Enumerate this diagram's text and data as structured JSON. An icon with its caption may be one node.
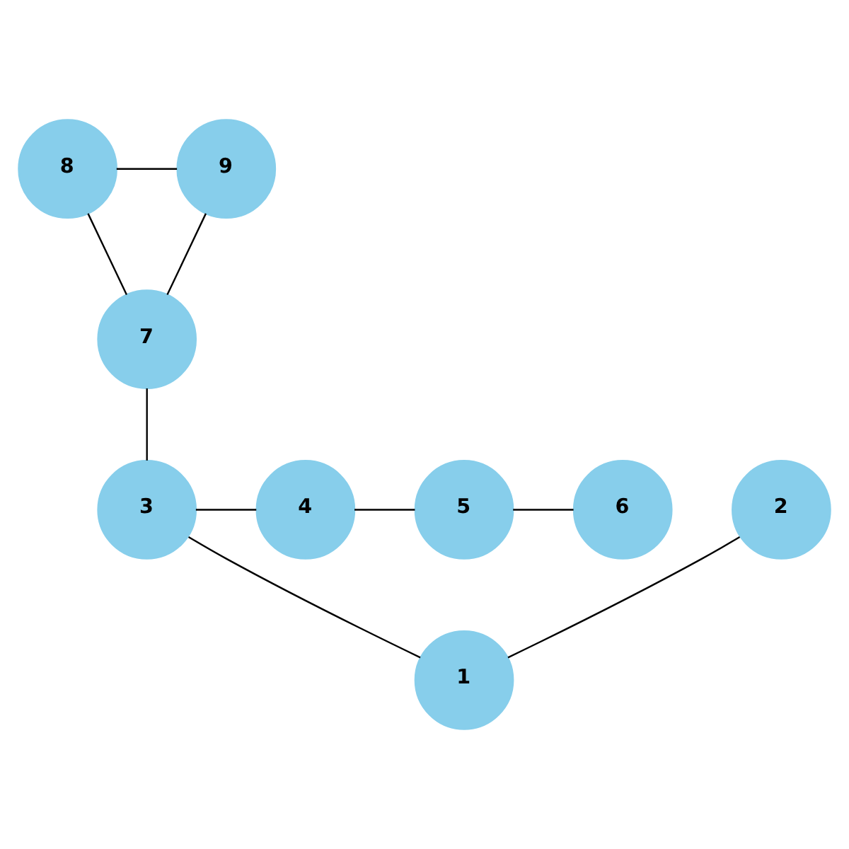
{
  "diagram": {
    "nodes": [
      {
        "text": [
          "8"
        ]
      },
      {
        "text": [
          "9"
        ]
      },
      {
        "text": [
          "7"
        ]
      },
      {
        "text": [
          "2"
        ]
      },
      {
        "text": [
          "3"
        ]
      },
      {
        "text": [
          "4"
        ]
      },
      {
        "text": [
          "5"
        ]
      },
      {
        "text": [
          "6"
        ]
      },
      {
        "text": [
          "1"
        ]
      }
    ],
    "edges": [
      {
        "from": 0,
        "to": 1,
        "arrow": "none"
      },
      {
        "from": 0,
        "to": 2,
        "arrow": "none"
      },
      {
        "from": 1,
        "to": 2,
        "arrow": "none"
      },
      {
        "from": 2,
        "to": 4,
        "arrow": "none"
      },
      {
        "from": 4,
        "to": 5,
        "arrow": "none"
      },
      {
        "from": 5,
        "to": 6,
        "arrow": "none"
      },
      {
        "from": 6,
        "to": 7,
        "arrow": "none"
      },
      {
        "from": 3,
        "to": 8,
        "arrow": "none"
      },
      {
        "from": 4,
        "to": 8,
        "arrow": "none"
      }
    ]
  }
}
